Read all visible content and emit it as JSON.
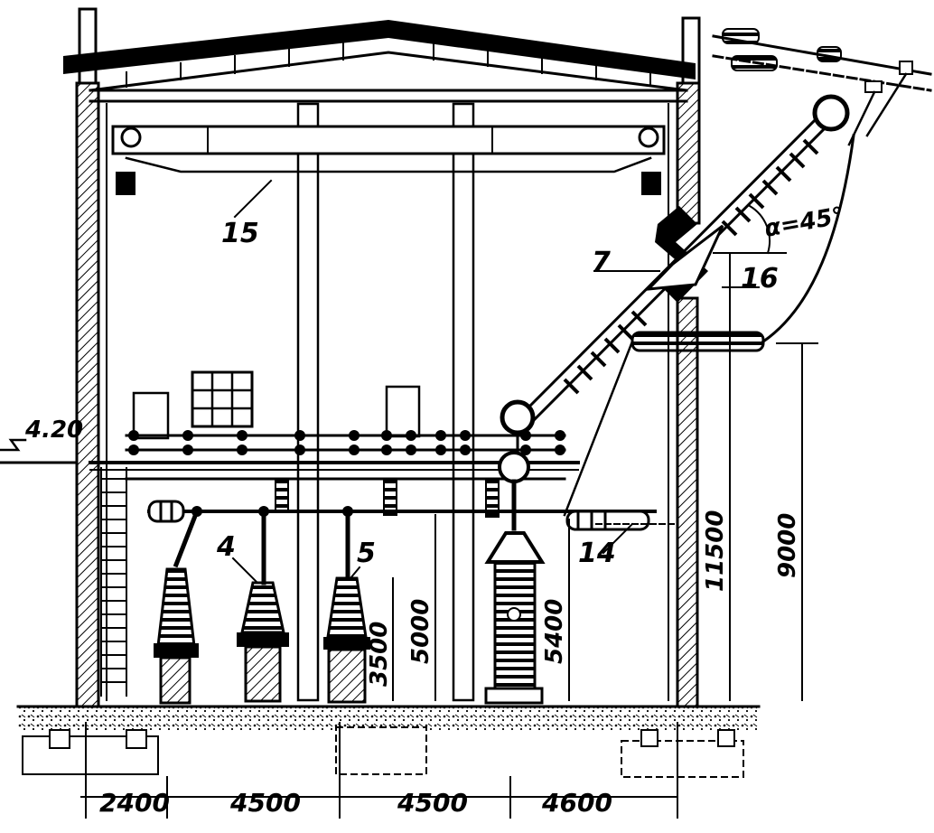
{
  "labels": {
    "crane_beam": "15",
    "bushing": "7",
    "line_insulator": "16",
    "busbar_insulator": "14",
    "apparatus_a": "4",
    "apparatus_b": "5",
    "angle": "α=45°"
  },
  "dimensions": {
    "floor_level": "4.20",
    "bay_1": "2400",
    "bay_2": "4500",
    "bay_3": "4500",
    "bay_4": "4600",
    "height_a": "3500",
    "height_b": "5000",
    "height_c": "5400",
    "height_d": "11500",
    "height_e": "9000"
  }
}
